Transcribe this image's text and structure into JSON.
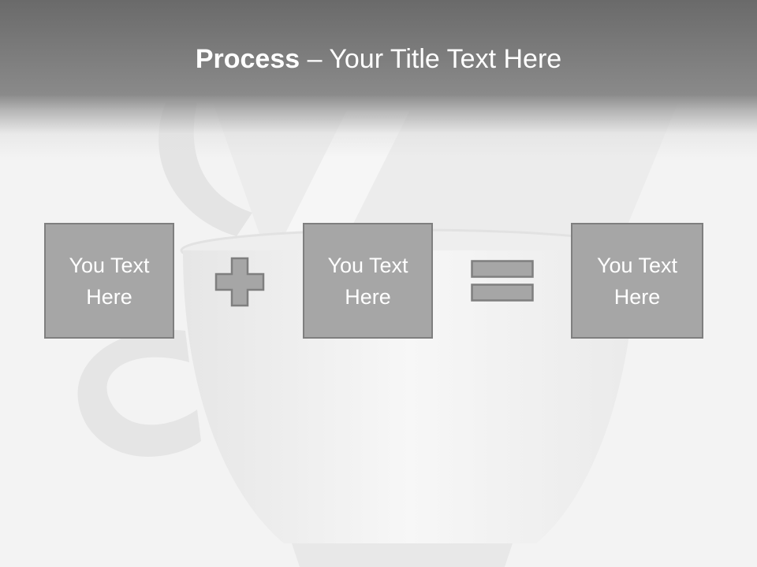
{
  "title": {
    "bold": "Process",
    "rest": " – Your Title Text Here"
  },
  "boxes": [
    {
      "text": "You Text\nHere"
    },
    {
      "text": "You Text\nHere"
    },
    {
      "text": "You Text\nHere"
    }
  ],
  "operators": [
    "plus-icon",
    "equals-icon"
  ],
  "colors": {
    "box_fill": "#a6a6a6",
    "box_border": "#7f7f7f",
    "title_band": "#6a6a6a",
    "text": "#ffffff"
  }
}
